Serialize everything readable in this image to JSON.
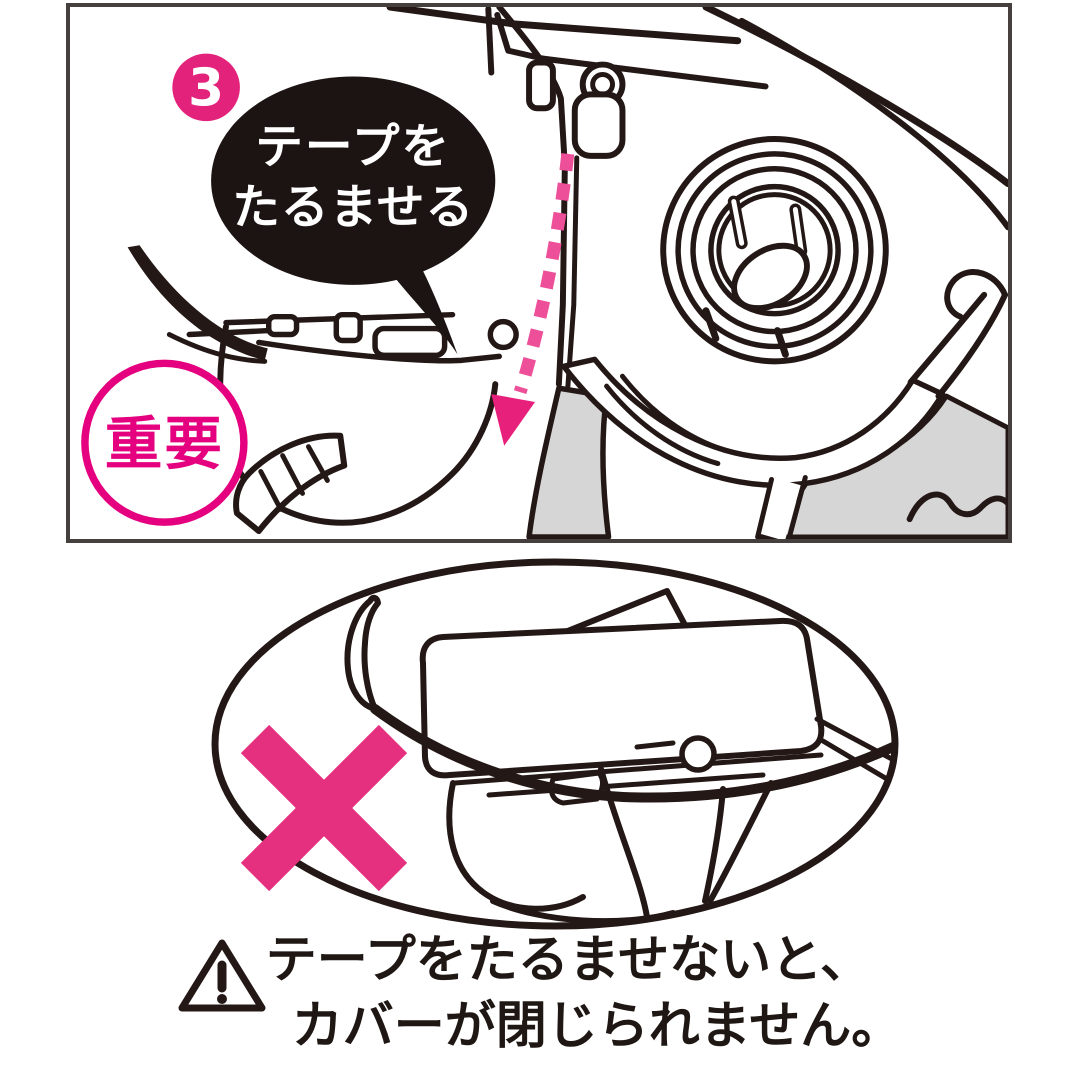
{
  "step_panel": {
    "step_number": "3",
    "speech_bubble": {
      "line1": "テープを",
      "line2": "たるませる"
    },
    "important_label": "重要"
  },
  "warning": {
    "line1": "テープをたるませないと、",
    "line2": "カバーが閉じられません。"
  },
  "colors": {
    "accent_pink": "#E4007F",
    "badge_pink": "#E3237B",
    "arrow_pink": "#ED4F98",
    "arrowhead_pink": "#E7207B",
    "cross_pink": "#E5307F",
    "line_black": "#241816",
    "bubble_black": "#1C1412",
    "tape_gray": "#D6D6D7",
    "frame_gray": "#45403E"
  },
  "icons": {
    "step_badge": "step-3-badge",
    "speech_bubble": "speech-bubble",
    "important_stamp": "important-stamp",
    "slack_arrow": "slack-direction-arrow",
    "cross": "prohibited-cross-mark",
    "warning_triangle": "warning-triangle-icon"
  }
}
